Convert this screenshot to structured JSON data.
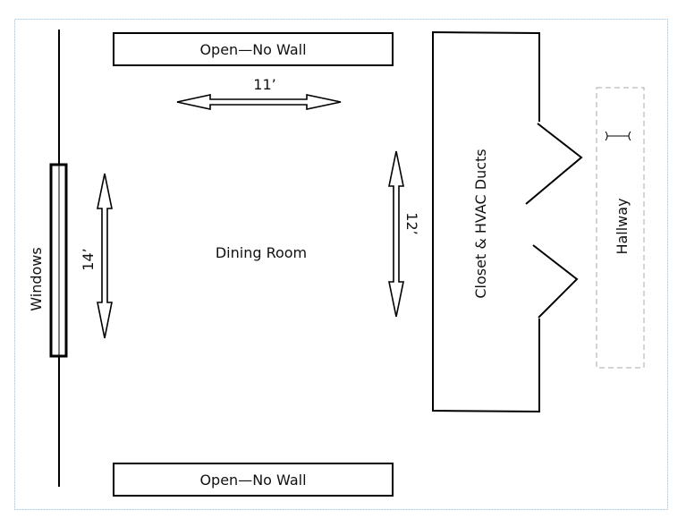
{
  "diagram": {
    "type": "floor-plan",
    "frame_color": "#a9cde8",
    "room_label": "Dining Room",
    "windows_label": "Windows",
    "open_top_label": "Open—No Wall",
    "open_bottom_label": "Open—No Wall",
    "closet_label": "Closet & HVAC Ducts",
    "hallway_label": "Hallway",
    "dimensions": {
      "width": "11’",
      "left_height": "14’",
      "right_height": "12’"
    },
    "hallway_border_color": "#aaaaaa",
    "icons": [
      "double-arrow-horizontal",
      "double-arrow-vertical",
      "dimension-marker-icon"
    ]
  }
}
